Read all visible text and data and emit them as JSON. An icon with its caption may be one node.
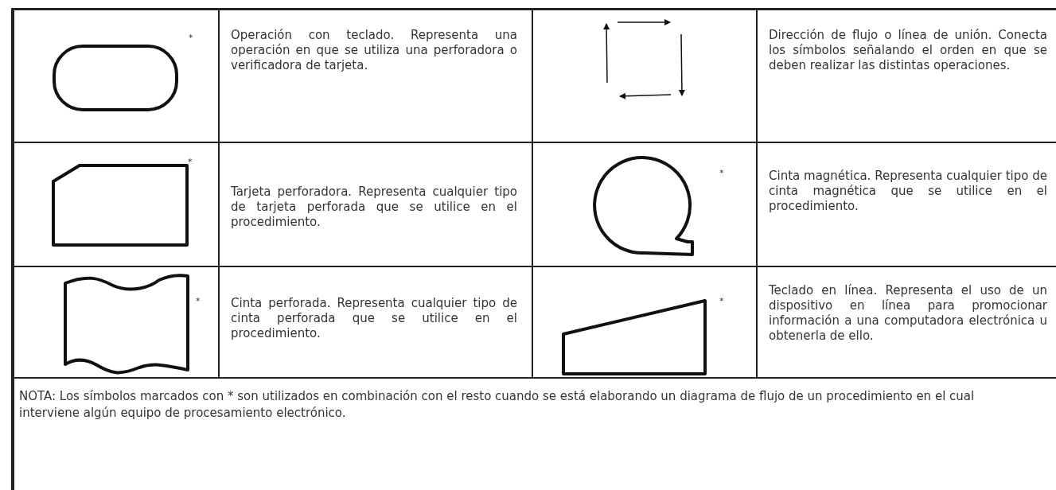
{
  "diagram": {
    "nodes": [
      {
        "text": [],
        "shape": "box"
      },
      {
        "text": [],
        "shape": "box"
      },
      {
        "text": [],
        "shape": "circle"
      },
      {
        "text": [],
        "shape": "flag"
      },
      {
        "text": [],
        "shape": "trapezoid"
      }
    ],
    "labels": [
      "*",
      "Operación con teclado. Representa una operación en que se utiliza una perforadora o verificadora de tarjeta.",
      "Dirección de flujo o línea de unión. Conecta los símbolos señalando el orden en que se deben realizar las distintas operaciones.",
      "*",
      "Tarjeta perforadora. Representa cualquier tipo de tarjeta perforada que se utilice en el procedimiento.",
      "*",
      "Cinta magnética. Representa cualquier tipo de cinta magnética que se utilice en el procedimiento.",
      "*",
      "Cinta perforada. Representa cualquier tipo de cinta perforada que se utilice en el procedimiento.",
      "*",
      "Teclado en línea. Representa el uso de un dispositivo en línea para promocionar información a una computadora electrónica u obtenerla de ello.",
      "NOTA: Los símbolos marcados con * son utilizados en combinación con el resto cuando se está elaborando un diagrama de flujo de un procedimiento en el cual interviene algún equipo de procesamiento electrónico."
    ]
  }
}
